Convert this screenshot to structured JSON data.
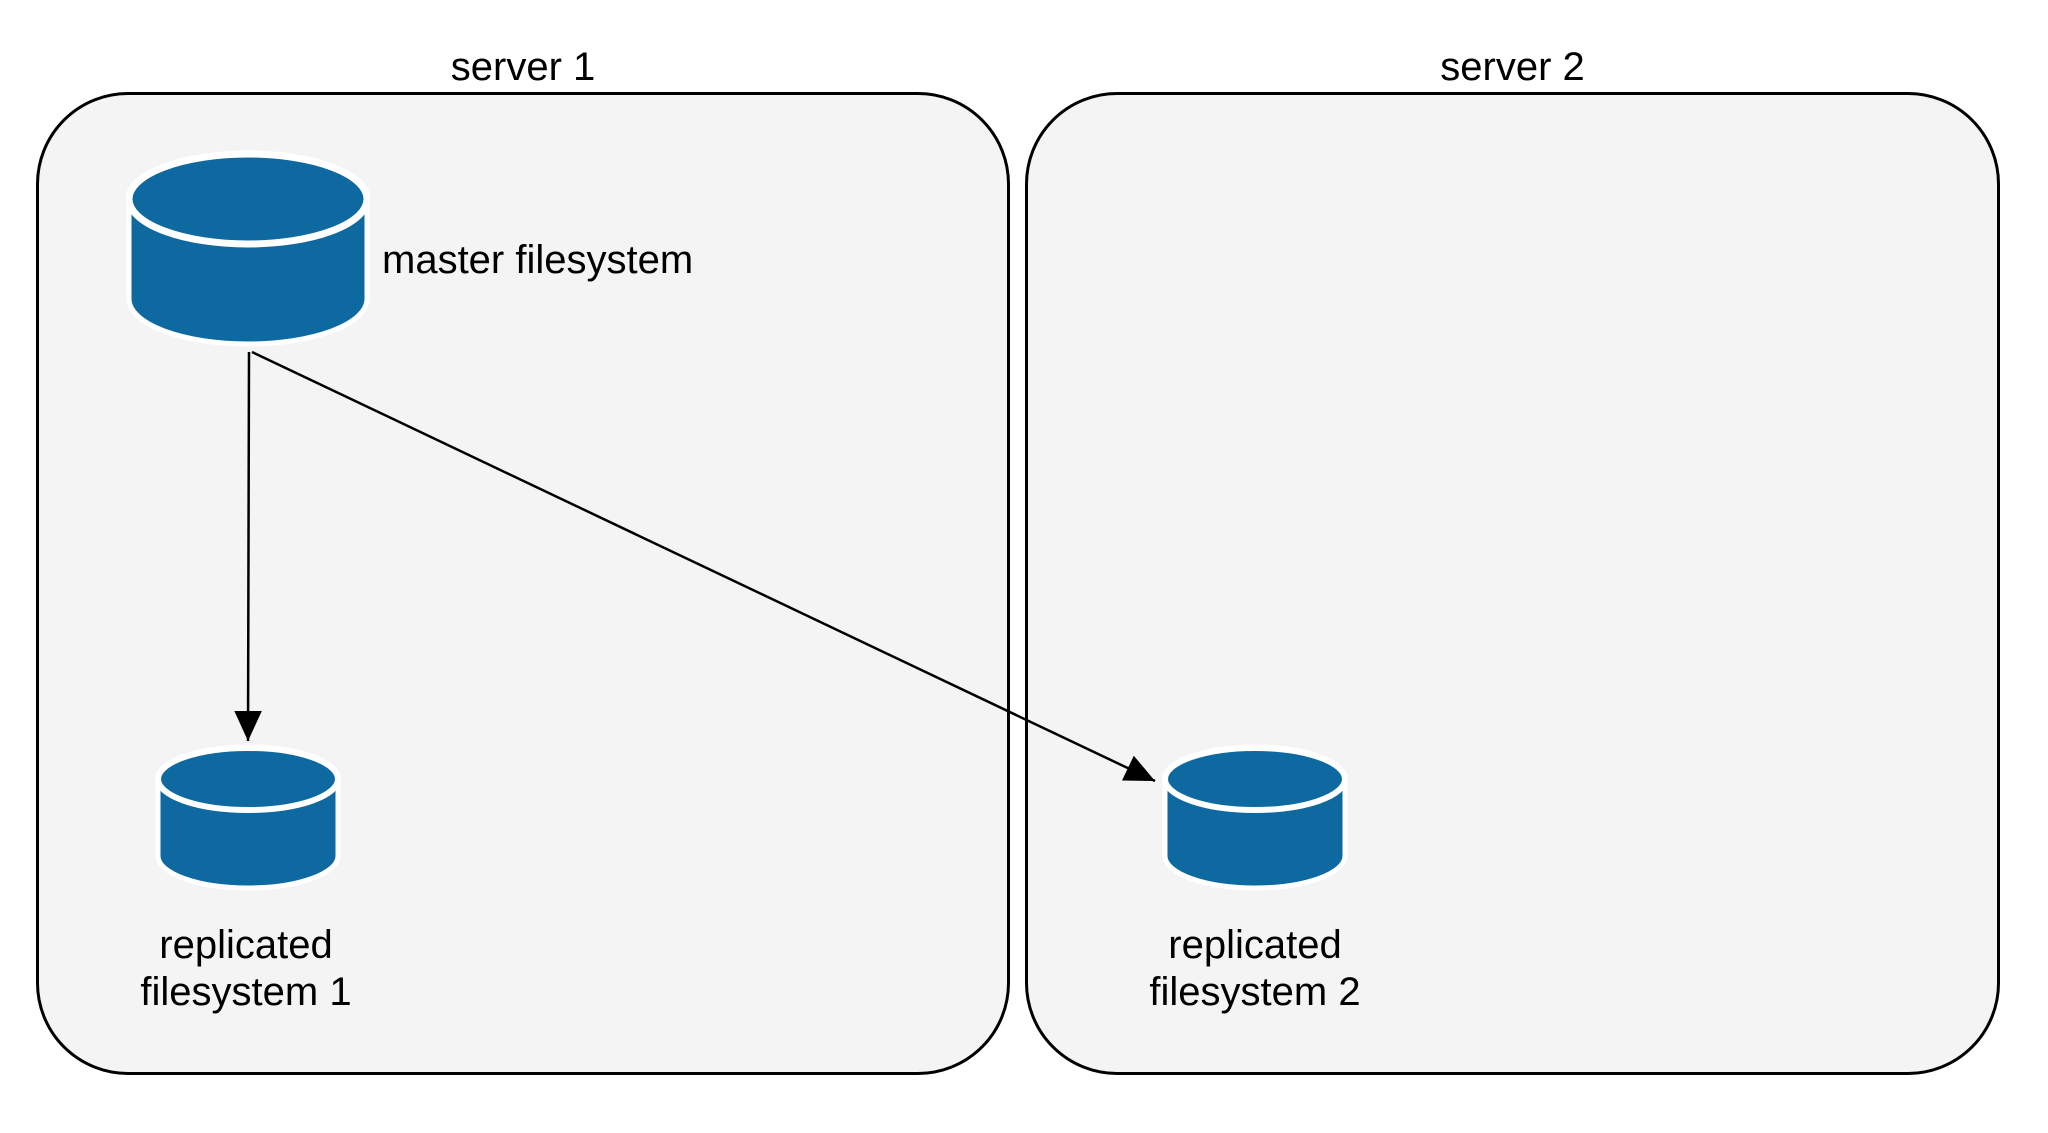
{
  "diagram": {
    "colors": {
      "cylinder-blue": "#0e69a0",
      "box-fill": "#f4f4f4",
      "line-black": "#000000",
      "background": "#ffffff"
    },
    "servers": {
      "server1": {
        "label": "server 1"
      },
      "server2": {
        "label": "server 2"
      }
    },
    "nodes": {
      "master": {
        "label": "master filesystem",
        "icon": "database-cylinder-icon",
        "server": "server 1"
      },
      "replica1": {
        "line1": "replicated",
        "line2": "filesystem 1",
        "icon": "database-cylinder-icon",
        "server": "server 1"
      },
      "replica2": {
        "line1": "replicated",
        "line2": "filesystem 2",
        "icon": "database-cylinder-icon",
        "server": "server 2"
      }
    },
    "edges": [
      {
        "from": "master filesystem",
        "to": "replicated filesystem 1",
        "style": "solid-arrow"
      },
      {
        "from": "master filesystem",
        "to": "replicated filesystem 2",
        "style": "solid-arrow"
      }
    ]
  }
}
